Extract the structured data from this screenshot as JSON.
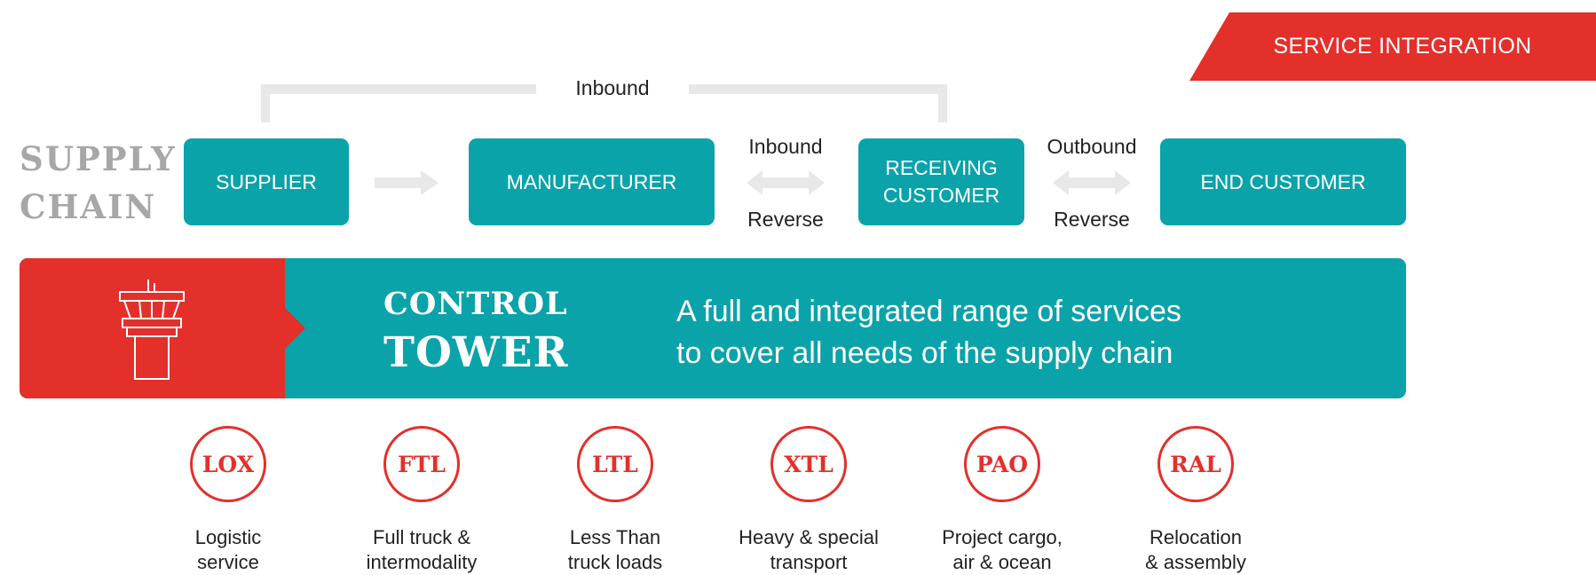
{
  "banner": {
    "label": "SERVICE INTEGRATION"
  },
  "supply_chain": {
    "title_line1": "SUPPLY",
    "title_line2": "CHAIN",
    "inbound_top_label": "Inbound",
    "boxes": [
      {
        "line1": "SUPPLIER",
        "line2": ""
      },
      {
        "line1": "MANUFACTURER",
        "line2": ""
      },
      {
        "line1": "RECEIVING",
        "line2": "CUSTOMER"
      },
      {
        "line1": "END CUSTOMER",
        "line2": ""
      }
    ],
    "arrow_labels": {
      "mid_top": "Inbound",
      "mid_bottom": "Reverse",
      "right_top": "Outbound",
      "right_bottom": "Reverse"
    }
  },
  "control_tower": {
    "title_line1": "CONTROL",
    "title_line2": "TOWER",
    "desc_line1": "A full and integrated range of services",
    "desc_line2": "to cover all needs of the supply chain"
  },
  "services": [
    {
      "code": "LOX",
      "line1": "Logistic",
      "line2": "service"
    },
    {
      "code": "FTL",
      "line1": "Full truck &",
      "line2": "intermodality"
    },
    {
      "code": "LTL",
      "line1": "Less Than",
      "line2": "truck loads"
    },
    {
      "code": "XTL",
      "line1": "Heavy & special",
      "line2": "transport"
    },
    {
      "code": "PAO",
      "line1": "Project cargo,",
      "line2": "air & ocean"
    },
    {
      "code": "RAL",
      "line1": "Relocation",
      "line2": "& assembly"
    }
  ],
  "colors": {
    "teal": "#0aa3aa",
    "red": "#e3302b",
    "grey_title": "#a7a7a7",
    "arrow_grey": "#e8e8e8"
  },
  "icons": {
    "tower": "control-tower-icon"
  }
}
